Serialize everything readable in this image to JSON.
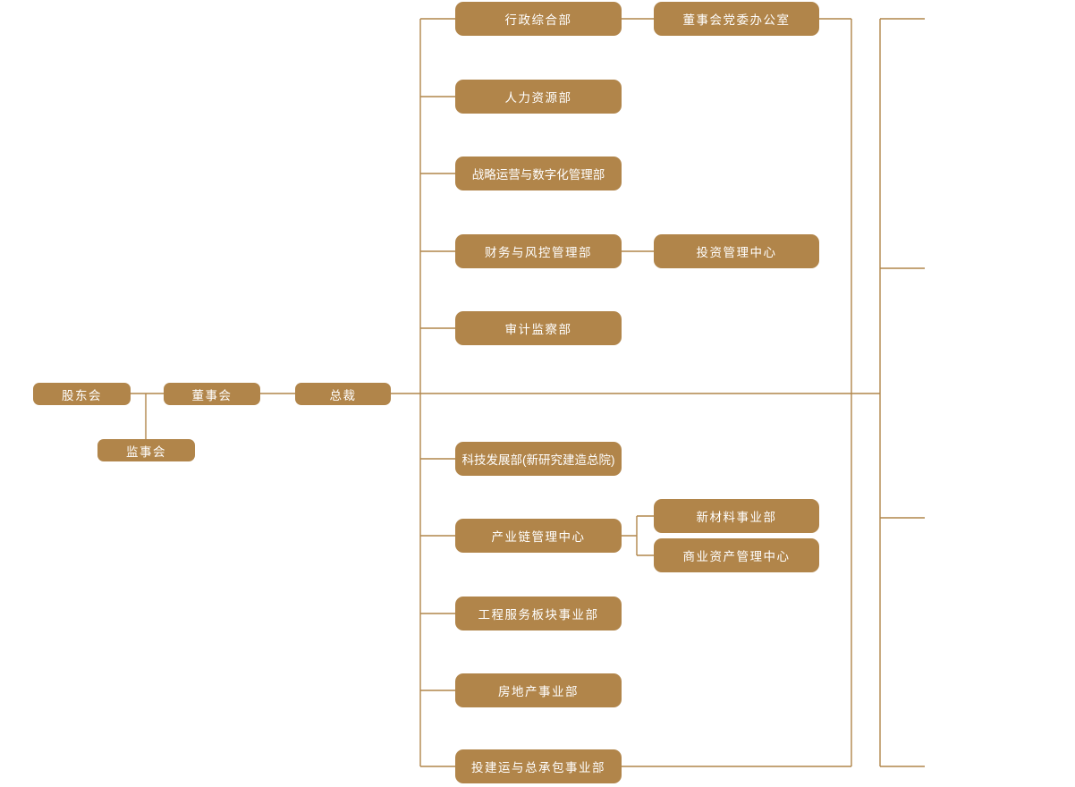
{
  "org_chart": {
    "colors": {
      "node_fill": "#b1854a",
      "node_text": "#ffffff",
      "connector": "#b1854a",
      "background": "#ffffff"
    },
    "nodes": {
      "shareholders": "股东会",
      "board": "董事会",
      "president": "总裁",
      "supervisory": "监事会",
      "admin": "行政综合部",
      "party_office": "董事会党委办公室",
      "hr": "人力资源部",
      "strategy": "战略运营与数字化管理部",
      "finance": "财务与风控管理部",
      "investment": "投资管理中心",
      "audit": "审计监察部",
      "tech": "科技发展部(新研究建造总院)",
      "industry_chain": "产业链管理中心",
      "new_materials": "新材料事业部",
      "commercial_assets": "商业资产管理中心",
      "engineering": "工程服务板块事业部",
      "real_estate": "房地产事业部",
      "epc": "投建运与总承包事业部"
    }
  }
}
